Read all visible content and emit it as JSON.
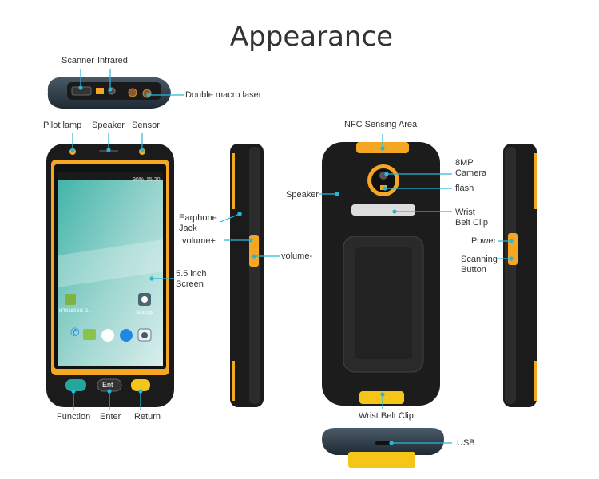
{
  "title": "Appearance",
  "top_view": {
    "scanner": "Scanner",
    "infrared": "Infrared",
    "double_macro_laser": "Double macro laser"
  },
  "front_view": {
    "pilot_lamp": "Pilot lamp",
    "speaker": "Speaker",
    "sensor": "Sensor",
    "screen": "5.5 inch\nScreen",
    "function": "Function",
    "enter": "Enter",
    "return": "Return",
    "enter_key": "Ent",
    "status_time": "15:20",
    "status_battery": "90%",
    "app_label": "HT9180SG-D..",
    "settings_label": "Settings"
  },
  "side_view_left": {
    "earphone_jack": "Earphone\nJack",
    "volume_up": "volume+",
    "volume_down": "volume-"
  },
  "back_view": {
    "nfc": "NFC Sensing Area",
    "speaker": "Speaker",
    "camera": "8MP\nCamera",
    "flash": "flash",
    "wrist_belt_clip_top": "Wrist\nBelt Clip",
    "wrist_belt_clip_bottom": "Wrist Belt Clip"
  },
  "side_view_right": {
    "power": "Power",
    "scanning_button": "Scanning\nButton"
  },
  "bottom_view": {
    "usb": "USB"
  },
  "colors": {
    "accent": "#f5a623",
    "callout": "#29b6d8",
    "body": "#1c1c1c"
  }
}
